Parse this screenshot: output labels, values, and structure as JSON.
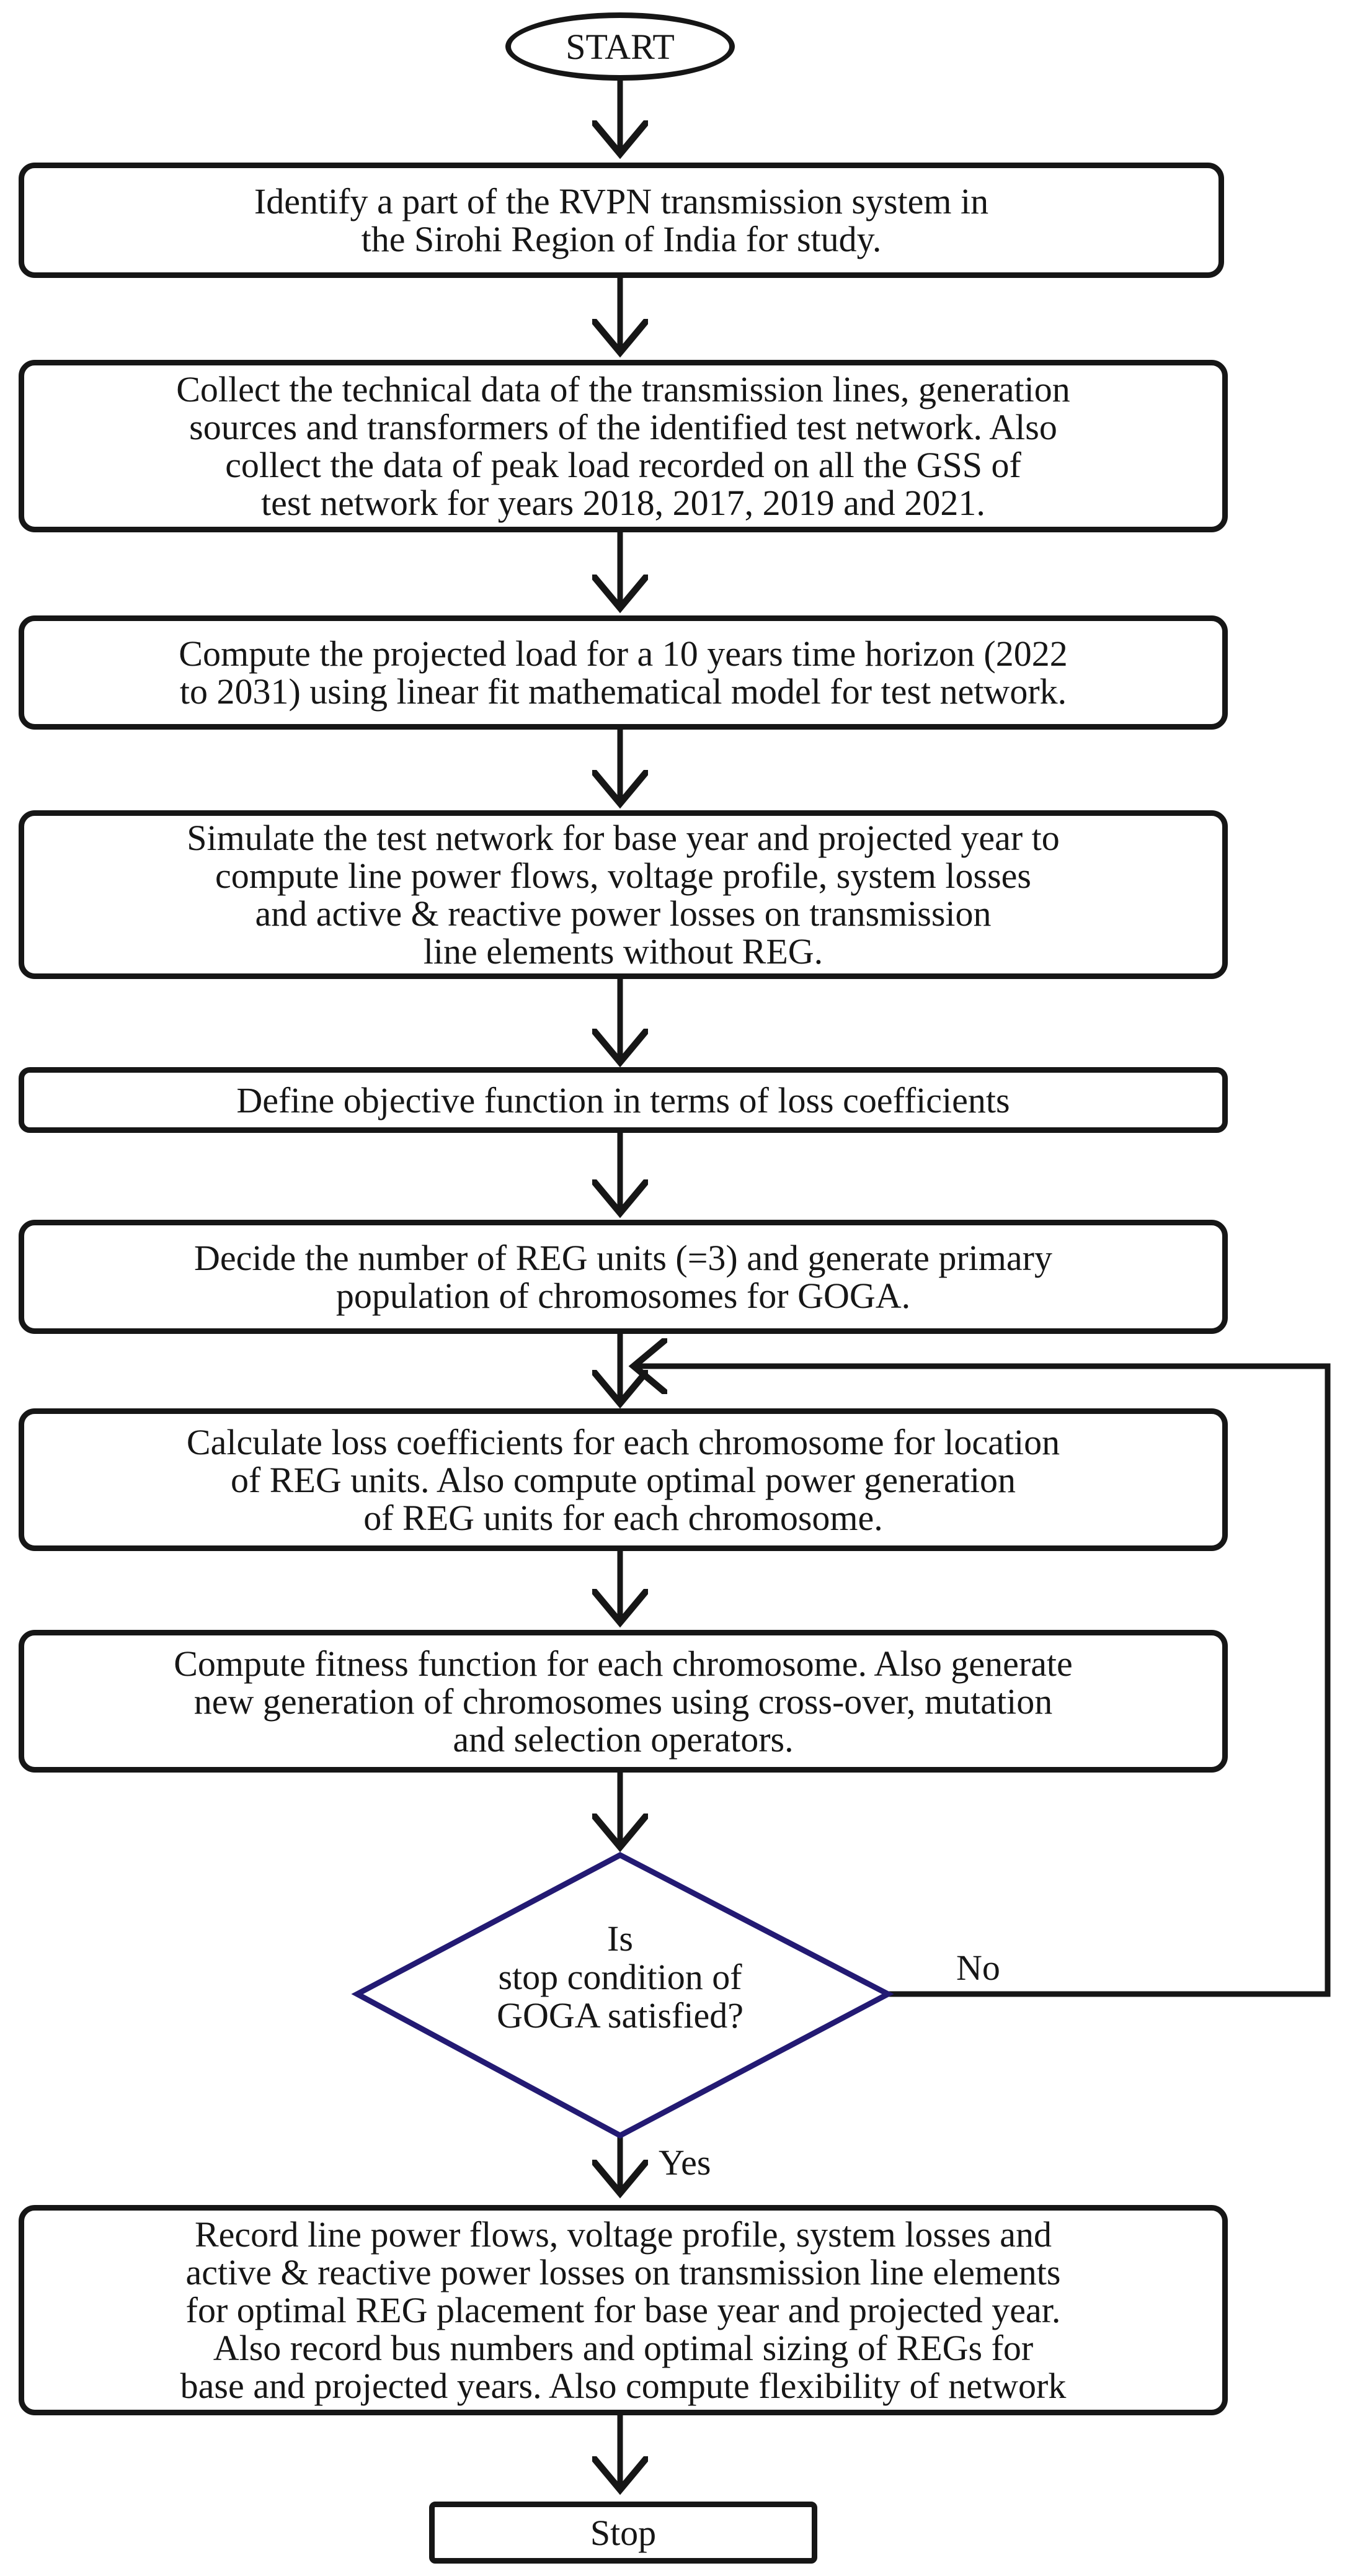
{
  "flowchart": {
    "start": "START",
    "steps": [
      [
        "Identify a part of the RVPN transmission system in",
        "the Sirohi Region of India for study."
      ],
      [
        "Collect the technical data of the transmission lines, generation",
        "sources and transformers of the identified test network. Also",
        "collect the data of peak load recorded on all the GSS of",
        "test network for years 2018, 2017, 2019 and 2021."
      ],
      [
        "Compute the projected load for a 10 years time horizon (2022",
        "to 2031) using linear fit mathematical model for test network."
      ],
      [
        "Simulate the test network for base year and projected year to",
        "compute line power flows, voltage profile, system losses",
        "and active & reactive power losses on transmission",
        "line elements without REG."
      ],
      [
        "Define objective function in terms of loss coefficients"
      ],
      [
        "Decide the number of REG units (=3) and generate primary",
        "population of chromosomes for GOGA."
      ],
      [
        "Calculate loss coefficients for each chromosome for location",
        "of REG units. Also compute optimal power generation",
        "of REG units for each chromosome."
      ],
      [
        "Compute fitness function for each chromosome. Also generate",
        "new generation of chromosomes using cross-over, mutation",
        "and selection operators."
      ]
    ],
    "decision": [
      "Is",
      "stop condition of",
      "GOGA satisfied?"
    ],
    "no_label": "No",
    "yes_label": "Yes",
    "final_step": [
      "Record line power flows, voltage profile, system losses and",
      "active & reactive power losses on transmission line elements",
      "for optimal REG placement for base year and projected year.",
      "Also record bus numbers and optimal sizing of REGs for",
      "base and projected years. Also compute flexibility of network"
    ],
    "stop": "Stop"
  },
  "colors": {
    "line": "#161616",
    "diamond_border": "#231a73"
  }
}
